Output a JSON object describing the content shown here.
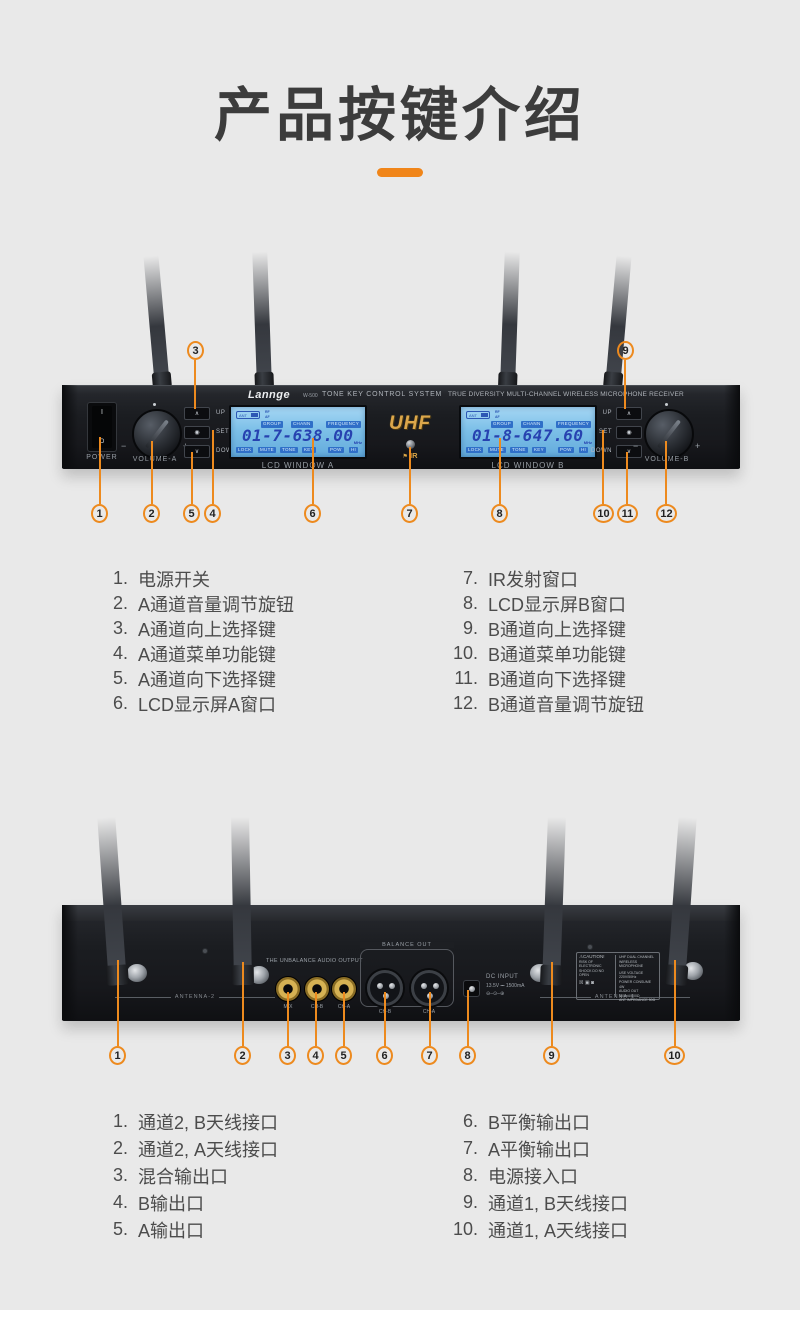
{
  "page": {
    "bg": "#e9e9e9",
    "accent": "#f08519",
    "callout_color": "#ed8a1e"
  },
  "title": {
    "text": "产品按键介绍"
  },
  "front": {
    "brand": "Lannge",
    "model": "W-500",
    "tone_key": "TONE KEY CONTROL SYSTEM",
    "receiver": "TRUE DIVERSITY MULTI-CHANNEL WIRELESS MICROPHONE RECEIVER",
    "power_label": "POWER",
    "rocker_on": "I",
    "rocker_off": "O",
    "volume_a_label": "VOLUME-A",
    "volume_b_label": "VOLUME-B",
    "minus": "−",
    "plus": "+",
    "up": "UP",
    "set": "SET",
    "down": "DOWN",
    "up_glyph": "∧",
    "set_glyph": "◉",
    "down_glyph": "∨",
    "uhf": "UHF",
    "ir": "IR",
    "ir_flag": "⚑",
    "lcd_a": {
      "label": "LCD WINDOW A",
      "ant": "ANT",
      "rf": "RF",
      "af": "AF",
      "group": "GROUP",
      "chann": "CHANN",
      "freq": "FREQUENCY",
      "value": "01-7-638.00",
      "unit": "MHz",
      "f1": "LOCK",
      "f2": "MUTE",
      "f3": "TONE",
      "f4": "KEY",
      "f5": "POW",
      "f6": "HI"
    },
    "lcd_b": {
      "label": "LCD WINDOW B",
      "ant": "ANT",
      "rf": "RF",
      "af": "AF",
      "group": "GROUP",
      "chann": "CHANN",
      "freq": "FREQUENCY",
      "value": "01-8-647.60",
      "unit": "MHz",
      "f1": "LOCK",
      "f2": "MUTE",
      "f3": "TONE",
      "f4": "KEY",
      "f5": "POW",
      "f6": "HI"
    }
  },
  "front_callouts": {
    "top": [
      "3",
      "9"
    ],
    "bottom": [
      "1",
      "2",
      "5",
      "4",
      "6",
      "7",
      "8",
      "10",
      "11",
      "12"
    ]
  },
  "front_list": {
    "left": [
      {
        "n": "1.",
        "t": "电源开关"
      },
      {
        "n": "2.",
        "t": "A通道音量调节旋钮"
      },
      {
        "n": "3.",
        "t": "A通道向上选择键"
      },
      {
        "n": "4.",
        "t": "A通道菜单功能键"
      },
      {
        "n": "5.",
        "t": "A通道向下选择键"
      },
      {
        "n": "6.",
        "t": "LCD显示屏A窗口"
      }
    ],
    "right": [
      {
        "n": "7.",
        "t": "IR发射窗口"
      },
      {
        "n": "8.",
        "t": "LCD显示屏B窗口"
      },
      {
        "n": "9.",
        "t": "B通道向上选择键"
      },
      {
        "n": "10.",
        "t": "B通道菜单功能键"
      },
      {
        "n": "11.",
        "t": "B通道向下选择键"
      },
      {
        "n": "12.",
        "t": "B通道音量调节旋钮"
      }
    ]
  },
  "back": {
    "antenna2": "ANTENNA-2",
    "antenna1": "ANTENNA-1",
    "unbalance": "THE UNBALANCE AUDIO OUTPUT",
    "jack1": "MIX",
    "jack2": "CH-B",
    "jack3": "CH-A",
    "balance": "BALANCE OUT",
    "xlr1": "CH-B",
    "xlr2": "CH-A",
    "dc_label": "DC INPUT",
    "dc_spec": "13.5V ⎓ 1500mA",
    "dc_polarity": "⊖–⊙–⊕",
    "caution": {
      "t1": "⚠CAUTION!",
      "t2": "RISK OF ELECTRONIC",
      "t3": "SHOCK DO NO OPEN",
      "icons": "☒ ▣ ◙",
      "s1": "UHF DUAL CHANNEL",
      "s2": "WIRELESS MICROPHONE",
      "s3": "USE VOLTAGE 220V/50Hz",
      "s4": "POWER CONSUME 4W",
      "s5": "AUDIO OUT 400mV/600Ω",
      "s6": "ANT IMPEDANCE 50Ω"
    }
  },
  "back_callouts": [
    "1",
    "2",
    "3",
    "4",
    "5",
    "6",
    "7",
    "8",
    "9",
    "10"
  ],
  "back_list": {
    "left": [
      {
        "n": "1.",
        "t": "通道2, B天线接口"
      },
      {
        "n": "2.",
        "t": "通道2, A天线接口"
      },
      {
        "n": "3.",
        "t": "混合输出口"
      },
      {
        "n": "4.",
        "t": "B输出口"
      },
      {
        "n": "5.",
        "t": "A输出口"
      }
    ],
    "right": [
      {
        "n": "6.",
        "t": "B平衡输出口"
      },
      {
        "n": "7.",
        "t": "A平衡输出口"
      },
      {
        "n": "8.",
        "t": "电源接入口"
      },
      {
        "n": "9.",
        "t": "通道1, B天线接口"
      },
      {
        "n": "10.",
        "t": "通道1, A天线接口"
      }
    ]
  }
}
